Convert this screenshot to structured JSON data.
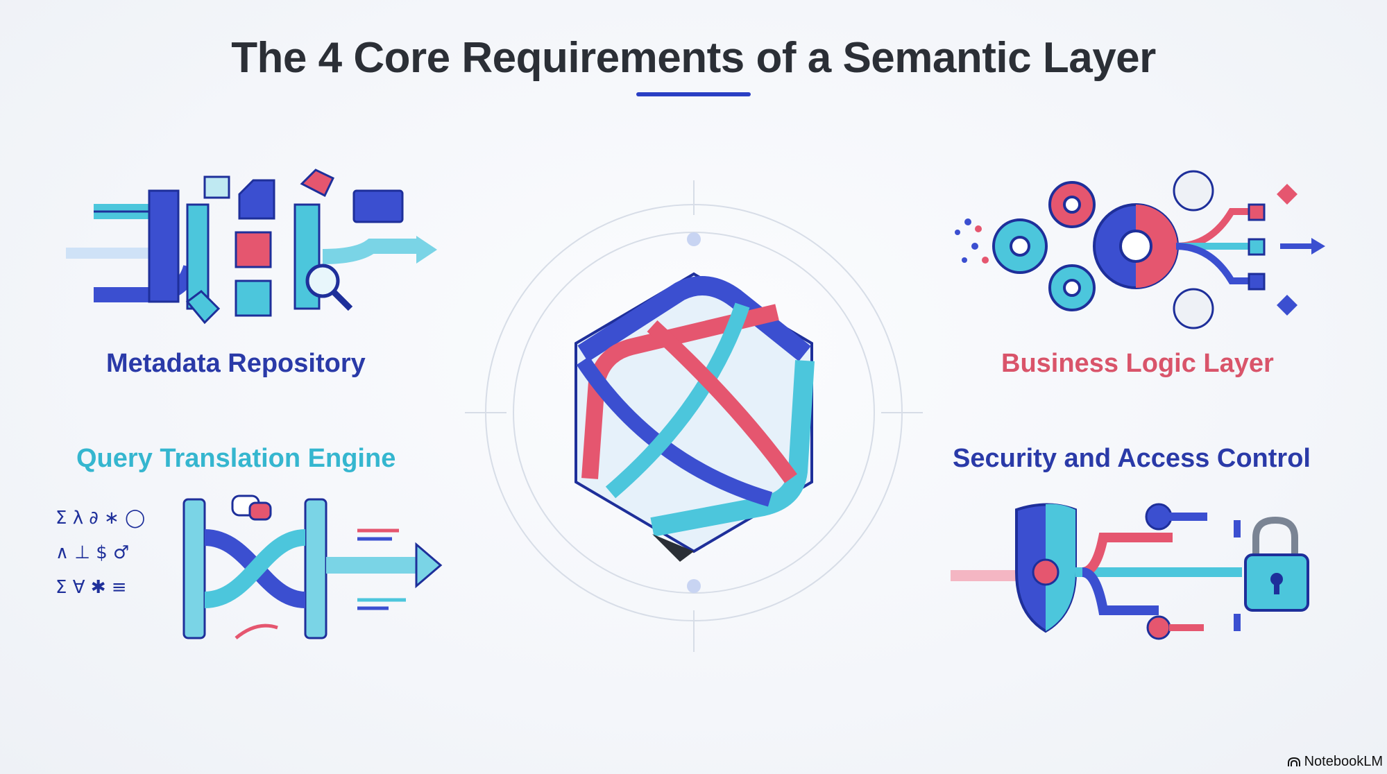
{
  "title": "The 4 Core Requirements of a Semantic Layer",
  "requirements": {
    "metadata": {
      "label": "Metadata Repository",
      "color": "#2a3aa8",
      "icon": "metadata-repository-icon"
    },
    "business_logic": {
      "label": "Business Logic Layer",
      "color": "#d9546a",
      "icon": "business-logic-gears-icon"
    },
    "query_translation": {
      "label": "Query Translation Engine",
      "color": "#35b6cf",
      "icon": "query-translation-icon"
    },
    "security": {
      "label": "Security and Access Control",
      "color": "#2a3aa8",
      "icon": "security-shield-lock-icon"
    }
  },
  "center_icon": "semantic-layer-hexagon-knot-icon",
  "branding": {
    "label": "NotebookLM",
    "icon": "notebooklm-logo-icon"
  },
  "palette": {
    "navy": "#2a3fc4",
    "cyan": "#4cc6dc",
    "pink": "#e5566f",
    "dark": "#2b2f36"
  }
}
